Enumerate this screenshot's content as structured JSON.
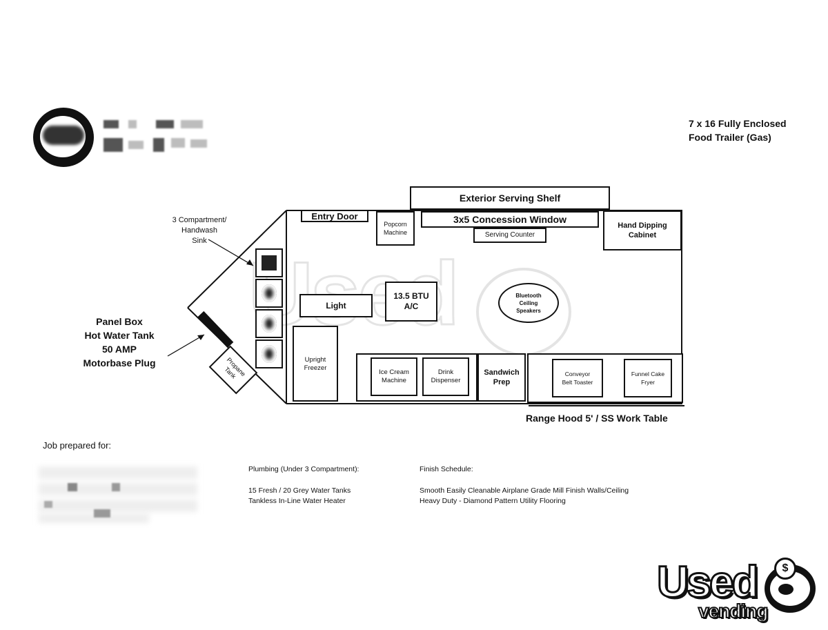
{
  "header": {
    "title": "7 x 16 Fully Enclosed\nFood Trailer (Gas)"
  },
  "callouts": {
    "sink": "3 Compartment/\nHandwash\nSink",
    "panel": "Panel Box\nHot Water Tank\n50 AMP\nMotorbase Plug"
  },
  "layout": {
    "exterior_shelf": "Exterior Serving Shelf",
    "concession_window": "3x5 Concession Window",
    "entry_door": "Entry Door",
    "popcorn": "Popcorn\nMachine",
    "serving_counter": "Serving Counter",
    "hand_dipping": "Hand Dipping\nCabinet",
    "light": "Light",
    "ac": "13.5 BTU\nA/C",
    "speakers": "Bluetooth\nCeiling\nSpeakers",
    "upright_freezer": "Upright\nFreezer",
    "ice_cream": "Ice Cream\nMachine",
    "drink": "Drink\nDispenser",
    "sandwich": "Sandwich\nPrep",
    "conveyor": "Conveyor\nBelt Toaster",
    "funnel": "Funnel Cake\nFryer",
    "propane": "Propane\nTank",
    "range_hood": "Range Hood 5' / SS Work Table"
  },
  "footer": {
    "job_prepared": "Job prepared for:",
    "plumbing_title": "Plumbing (Under 3 Compartment):",
    "plumbing_lines": "15 Fresh / 20 Grey Water Tanks\nTankless In-Line Water Heater",
    "finish_title": "Finish Schedule:",
    "finish_lines": "Smooth Easily Cleanable Airplane Grade Mill Finish Walls/Ceiling\nHeavy Duty - Diamond Pattern Utility Flooring"
  },
  "watermark": {
    "logo_main": "Used",
    "logo_sub": "vending"
  },
  "colors": {
    "ink": "#111111",
    "watermark": "#e6e6e6"
  }
}
